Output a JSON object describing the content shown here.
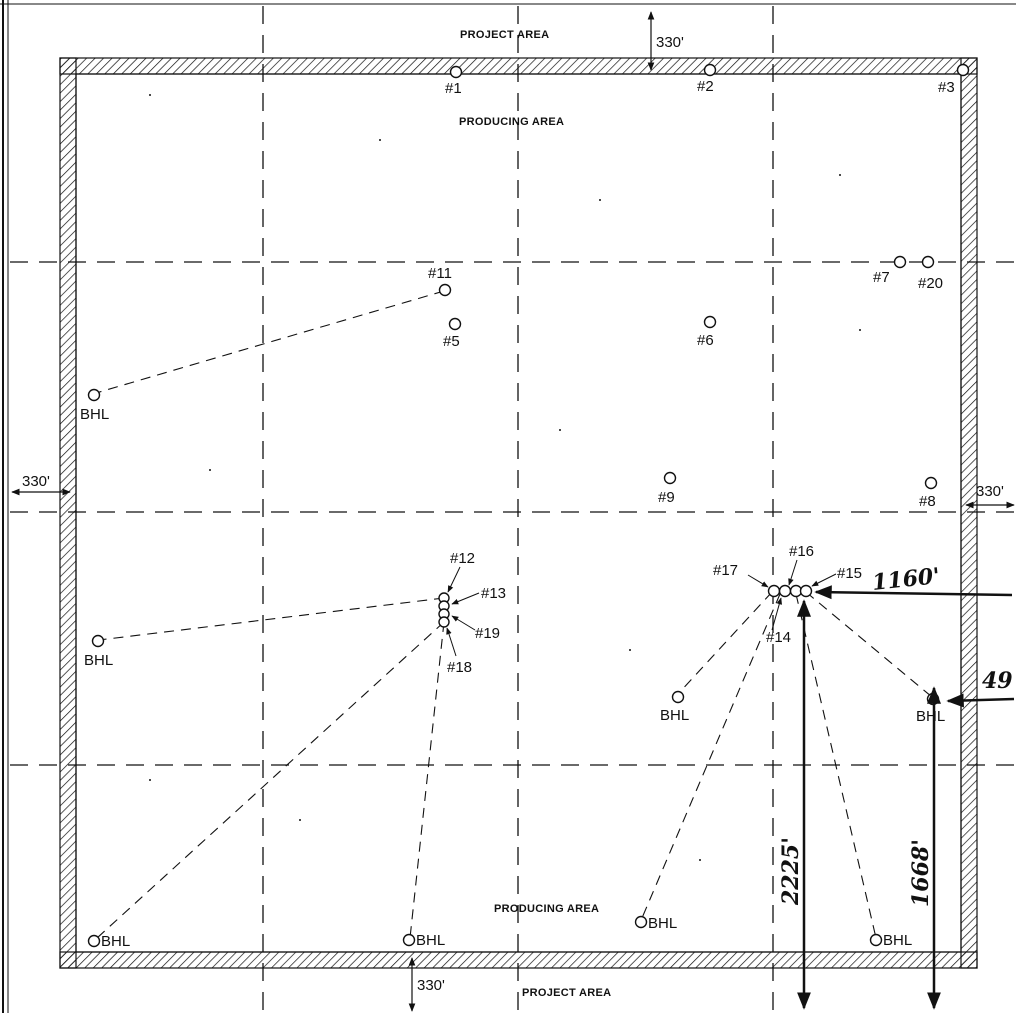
{
  "labels": {
    "project_area_top": "PROJECT AREA",
    "project_area_bottom": "PROJECT AREA",
    "producing_area_top": "PRODUCING AREA",
    "producing_area_bottom": "PRODUCING AREA"
  },
  "dimensions": {
    "top_setback": "330'",
    "left_setback": "330'",
    "right_setback": "330'",
    "bottom_setback": "330'",
    "handwritten_horizontal": "1160'",
    "handwritten_partial": "49",
    "handwritten_vertical_1": "2225'",
    "handwritten_vertical_2": "1668'"
  },
  "bhl_label": "BHL",
  "wells": {
    "w1": "#1",
    "w2": "#2",
    "w3": "#3",
    "w5": "#5",
    "w6": "#6",
    "w7": "#7",
    "w8": "#8",
    "w9": "#9",
    "w11": "#11",
    "w12": "#12",
    "w13": "#13",
    "w14": "#14",
    "w15": "#15",
    "w16": "#16",
    "w17": "#17",
    "w18": "#18",
    "w19": "#19",
    "w20": "#20"
  },
  "colors": {
    "ink": "#111111",
    "paper": "#ffffff"
  }
}
